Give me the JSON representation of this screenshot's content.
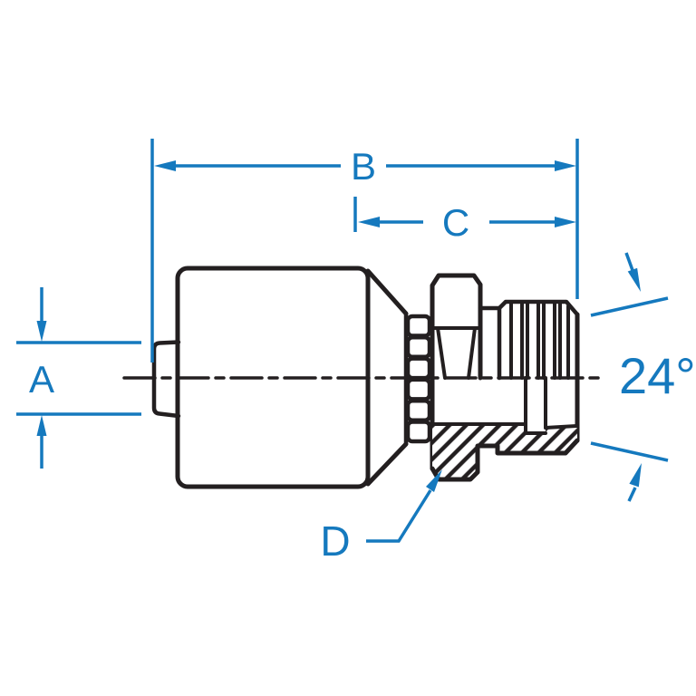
{
  "diagram": {
    "type": "engineering-drawing",
    "labels": {
      "a": "A",
      "b": "B",
      "c": "C",
      "d": "D",
      "angle": "24°"
    },
    "colors": {
      "dimension_blue": "#1579be",
      "outline_black": "#231f20",
      "background": "#ffffff"
    }
  }
}
